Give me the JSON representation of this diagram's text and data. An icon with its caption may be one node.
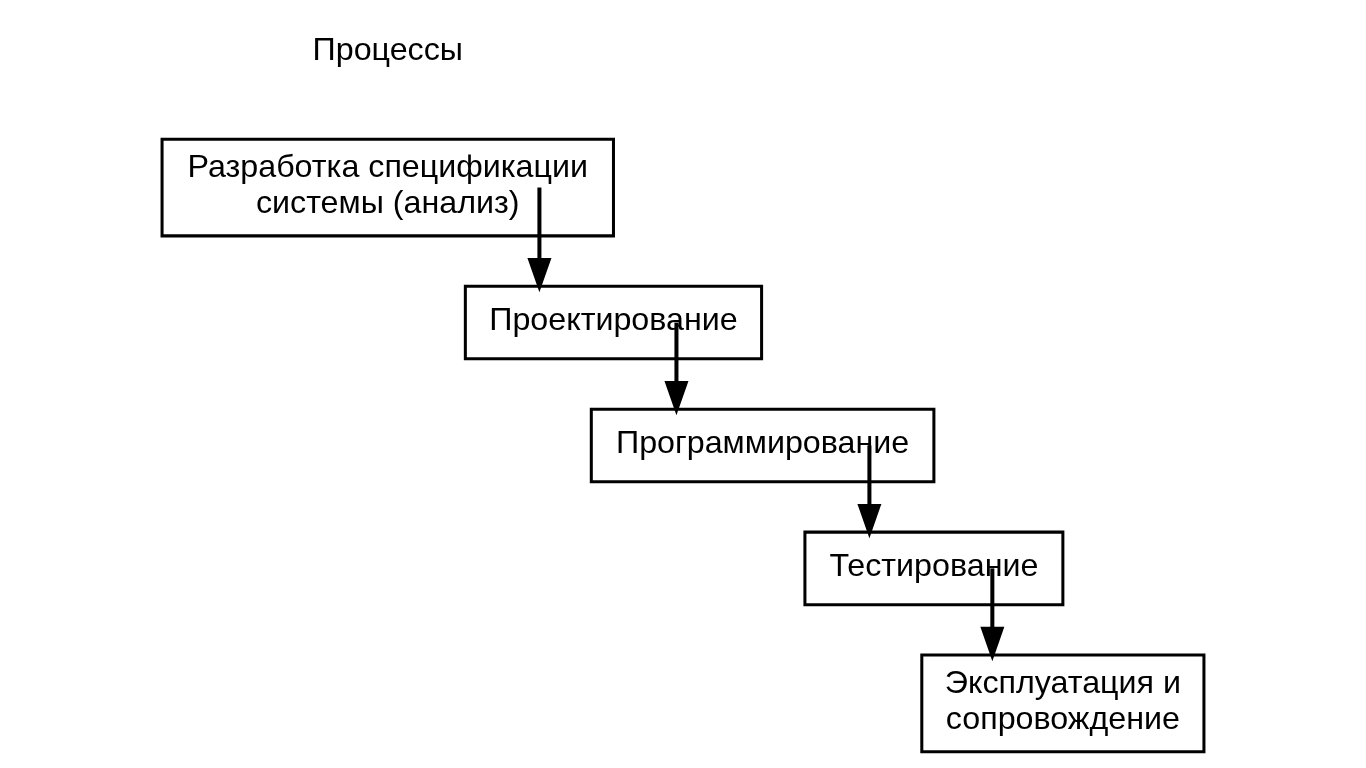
{
  "diagram": {
    "nodes": [
      {
        "text": [
          "Разработка спецификации системы (анализ)"
        ]
      },
      {
        "text": [
          "Проектирование"
        ]
      },
      {
        "text": [
          "Программирование"
        ]
      },
      {
        "text": [
          "Тестирование"
        ]
      },
      {
        "text": [
          "Эксплуатация и сопровождение"
        ]
      }
    ],
    "edges": [
      {
        "from": 0,
        "to": 1,
        "arrow": "to"
      },
      {
        "from": 1,
        "to": 2,
        "arrow": "to"
      },
      {
        "from": 2,
        "to": 3,
        "arrow": "to"
      },
      {
        "from": 3,
        "to": 4,
        "arrow": "to"
      }
    ],
    "labels": [
      "Процессы"
    ]
  }
}
